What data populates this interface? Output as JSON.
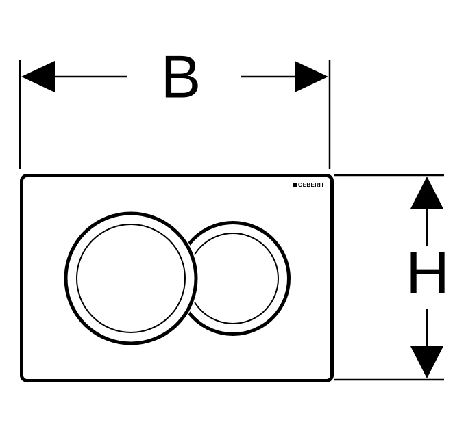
{
  "dimensions": {
    "width_label": "B",
    "height_label": "H"
  },
  "plate": {
    "brand": "GEBERIT",
    "buttons": [
      {
        "name": "large-flush-button"
      },
      {
        "name": "small-flush-button"
      }
    ]
  },
  "colors": {
    "line": "#000000",
    "background": "#ffffff"
  }
}
